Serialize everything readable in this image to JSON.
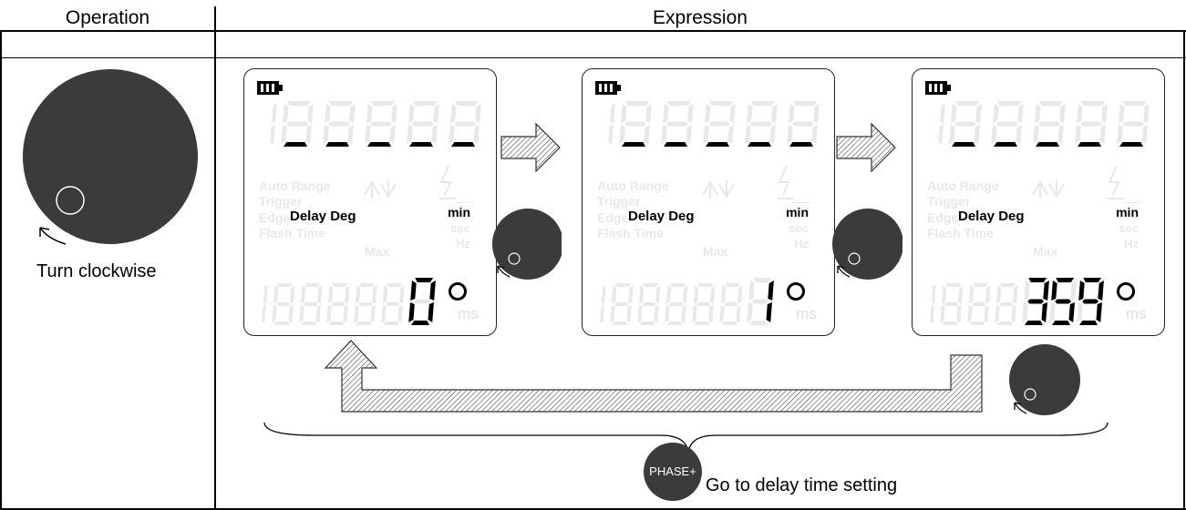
{
  "table": {
    "header_operation": "Operation",
    "header_expression": "Expression"
  },
  "operation": {
    "caption": "Turn clockwise"
  },
  "panel_labels": {
    "auto_range": "Auto Range",
    "trigger": "Trigger",
    "edge": "Edge",
    "delay_deg": "Delay Deg",
    "flash_time": "Flash Time",
    "max": "Max",
    "min": "min",
    "sec": "sec",
    "hz": "Hz",
    "ms": "ms"
  },
  "panels": [
    {
      "value": "0"
    },
    {
      "value": "1"
    },
    {
      "value": "359"
    }
  ],
  "bottom": {
    "button_label": "PHASE+",
    "caption": "Go to delay time setting"
  },
  "colors": {
    "knob": "#3b3b3b",
    "active_text": "#000000",
    "inactive_segment": "#e8e8e8"
  }
}
